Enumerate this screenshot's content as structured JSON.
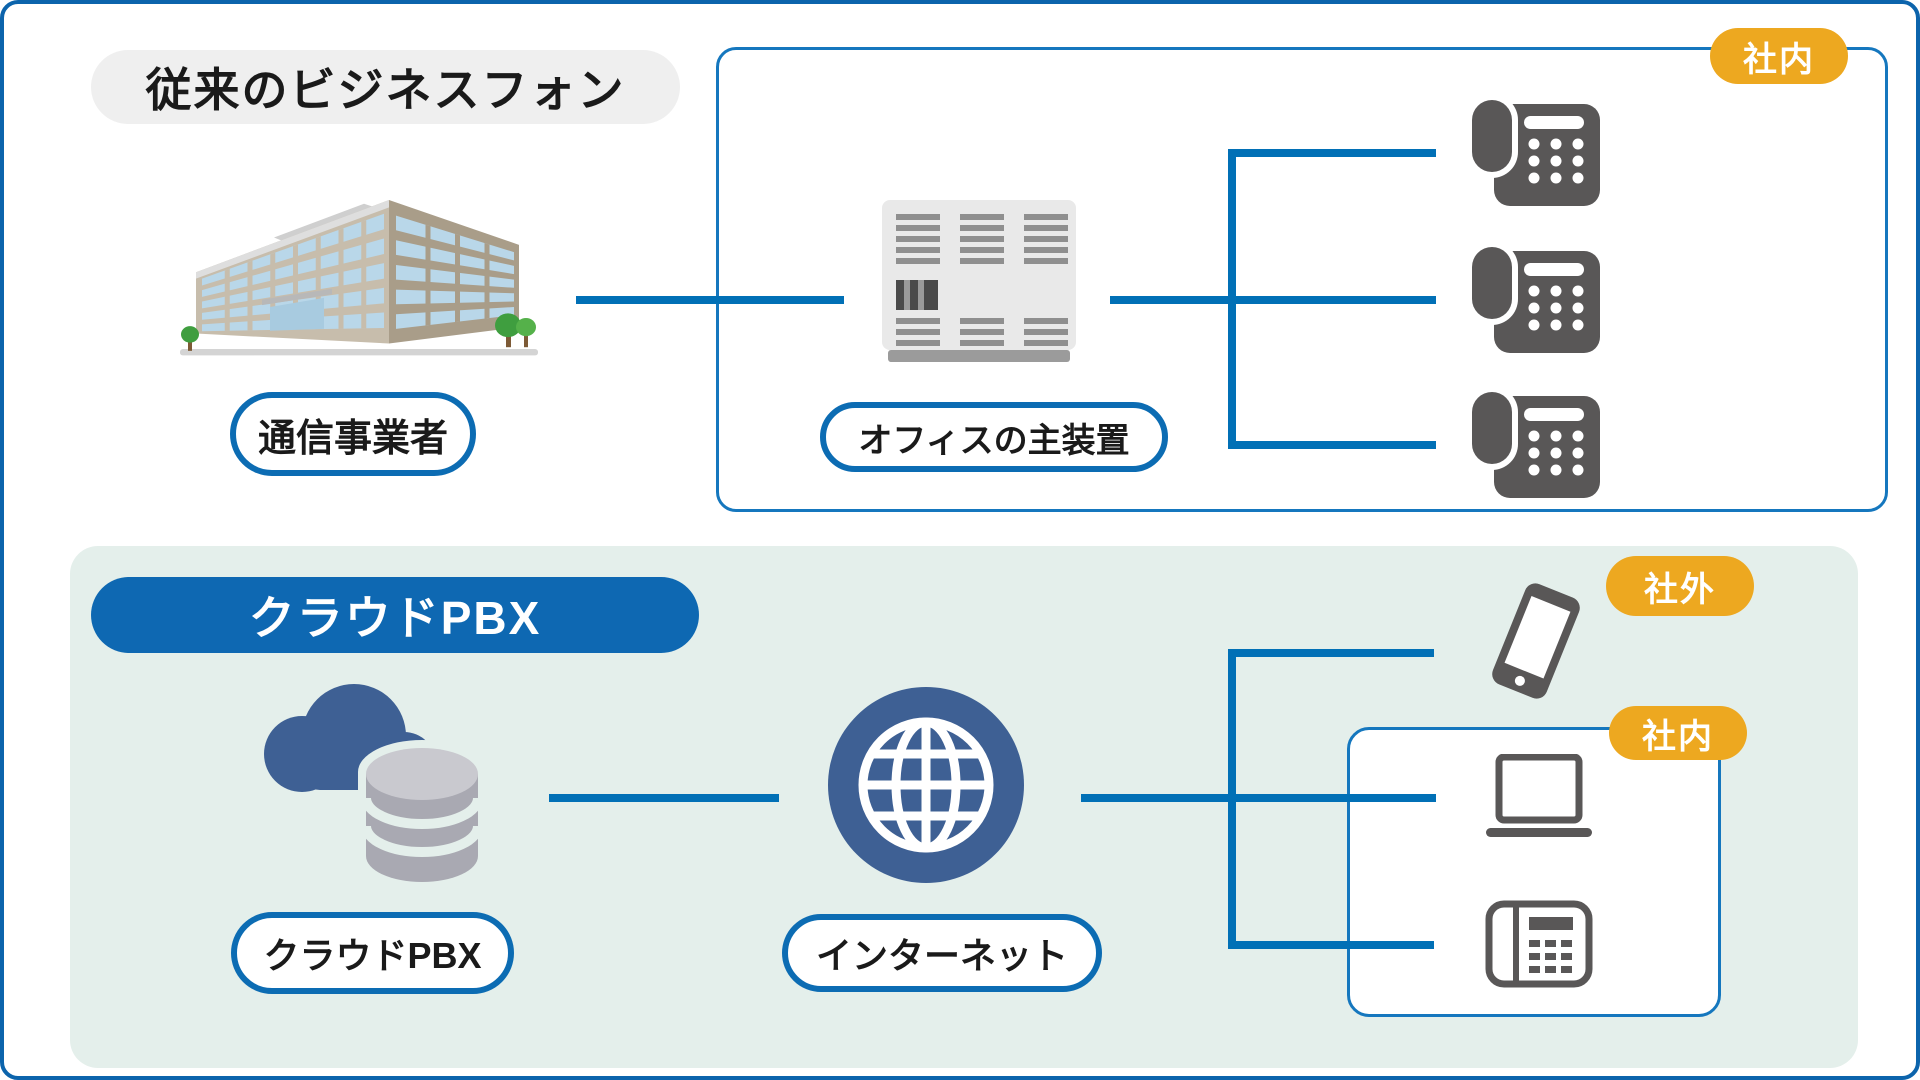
{
  "diagram": {
    "traditional": {
      "title": "従来のビジネスフォン",
      "carrier_label": "通信事業者",
      "pbx_label": "オフィスの主装置",
      "internal_badge": "社内"
    },
    "cloud": {
      "title": "クラウドPBX",
      "cloud_pbx_label": "クラウドPBX",
      "internet_label": "インターネット",
      "external_badge": "社外",
      "internal_badge": "社内"
    },
    "icons": [
      "office-building-icon",
      "pbx-unit-icon",
      "desk-phone-icon",
      "desk-phone-icon",
      "desk-phone-icon",
      "cloud-database-icon",
      "globe-icon",
      "smartphone-icon",
      "laptop-icon",
      "desk-phone-outline-icon"
    ],
    "colors": {
      "line_blue": "#0170b6",
      "box_border_blue": "#1577be",
      "pill_border_blue": "#0c6cb3",
      "title_pill_gray": "#efefef",
      "title_pill_blue": "#0e68b2",
      "badge_orange": "#eda820",
      "panel_green": "#e4efeb",
      "icon_dark_gray": "#595757",
      "icon_blue": "#3e6094",
      "frame_border_blue": "#0c64ac"
    }
  }
}
